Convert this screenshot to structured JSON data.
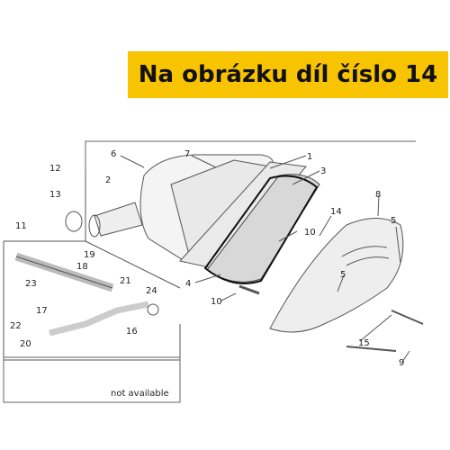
{
  "banner": {
    "text": "Na obrázku díl číslo 14",
    "color": "#f8c300"
  },
  "highlight_part": "14",
  "note": "not available",
  "labels": [
    "1",
    "2",
    "3",
    "4",
    "5",
    "5",
    "6",
    "7",
    "8",
    "9",
    "10",
    "10",
    "11",
    "12",
    "13",
    "14",
    "15",
    "16",
    "17",
    "18",
    "19",
    "20",
    "21",
    "22",
    "23",
    "24"
  ]
}
